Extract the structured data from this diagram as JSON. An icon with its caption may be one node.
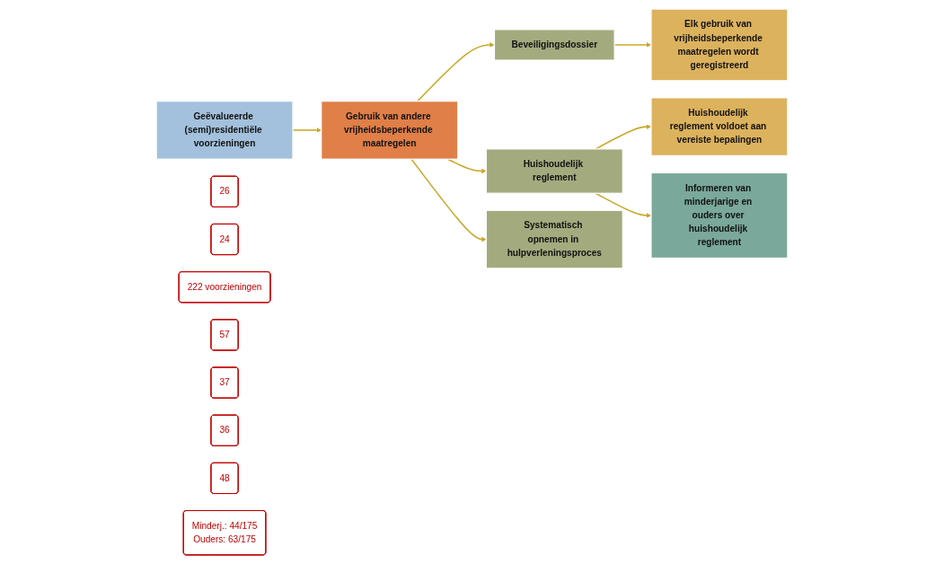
{
  "diagram": {
    "nodes": [
      {
        "text": [
          "Geëvalueerde (semi)residentiële voorzieningen"
        ]
      },
      {
        "text": [
          "Gebruik van andere vrijheidsbeperkende maatregelen"
        ]
      },
      {
        "text": [
          "Beveiligingsdossier"
        ]
      },
      {
        "text": [
          "Elk gebruik van vrijheidsbeperkende maatregelen wordt geregistreerd"
        ]
      },
      {
        "text": [
          "Huishoudelijk reglement"
        ]
      },
      {
        "text": [
          "Huishoudelijk reglement voldoet aan vereiste bepalingen"
        ]
      },
      {
        "text": [
          "Systematisch opnemen in hulpverleningsproces"
        ]
      },
      {
        "text": [
          "Informeren van minderjarige en ouders over huishoudelijk reglement"
        ]
      },
      {
        "text": [
          "26"
        ]
      },
      {
        "text": [
          "24"
        ]
      },
      {
        "text": [
          "222 voorzieningen"
        ]
      },
      {
        "text": [
          "57"
        ]
      },
      {
        "text": [
          "37"
        ]
      },
      {
        "text": [
          "36"
        ]
      },
      {
        "text": [
          "48"
        ]
      },
      {
        "text": [
          "Minderj.: 44/175",
          "Ouders: 63/175"
        ]
      }
    ],
    "edges": [
      {
        "from": 0,
        "to": 1,
        "arrow": "to"
      },
      {
        "from": 1,
        "to": 2,
        "arrow": "to"
      },
      {
        "from": 1,
        "to": 4,
        "arrow": "to"
      },
      {
        "from": 1,
        "to": 6,
        "arrow": "to"
      },
      {
        "from": 2,
        "to": 3,
        "arrow": "to"
      },
      {
        "from": 4,
        "to": 5,
        "arrow": "to"
      },
      {
        "from": 4,
        "to": 7,
        "arrow": "to"
      }
    ]
  }
}
